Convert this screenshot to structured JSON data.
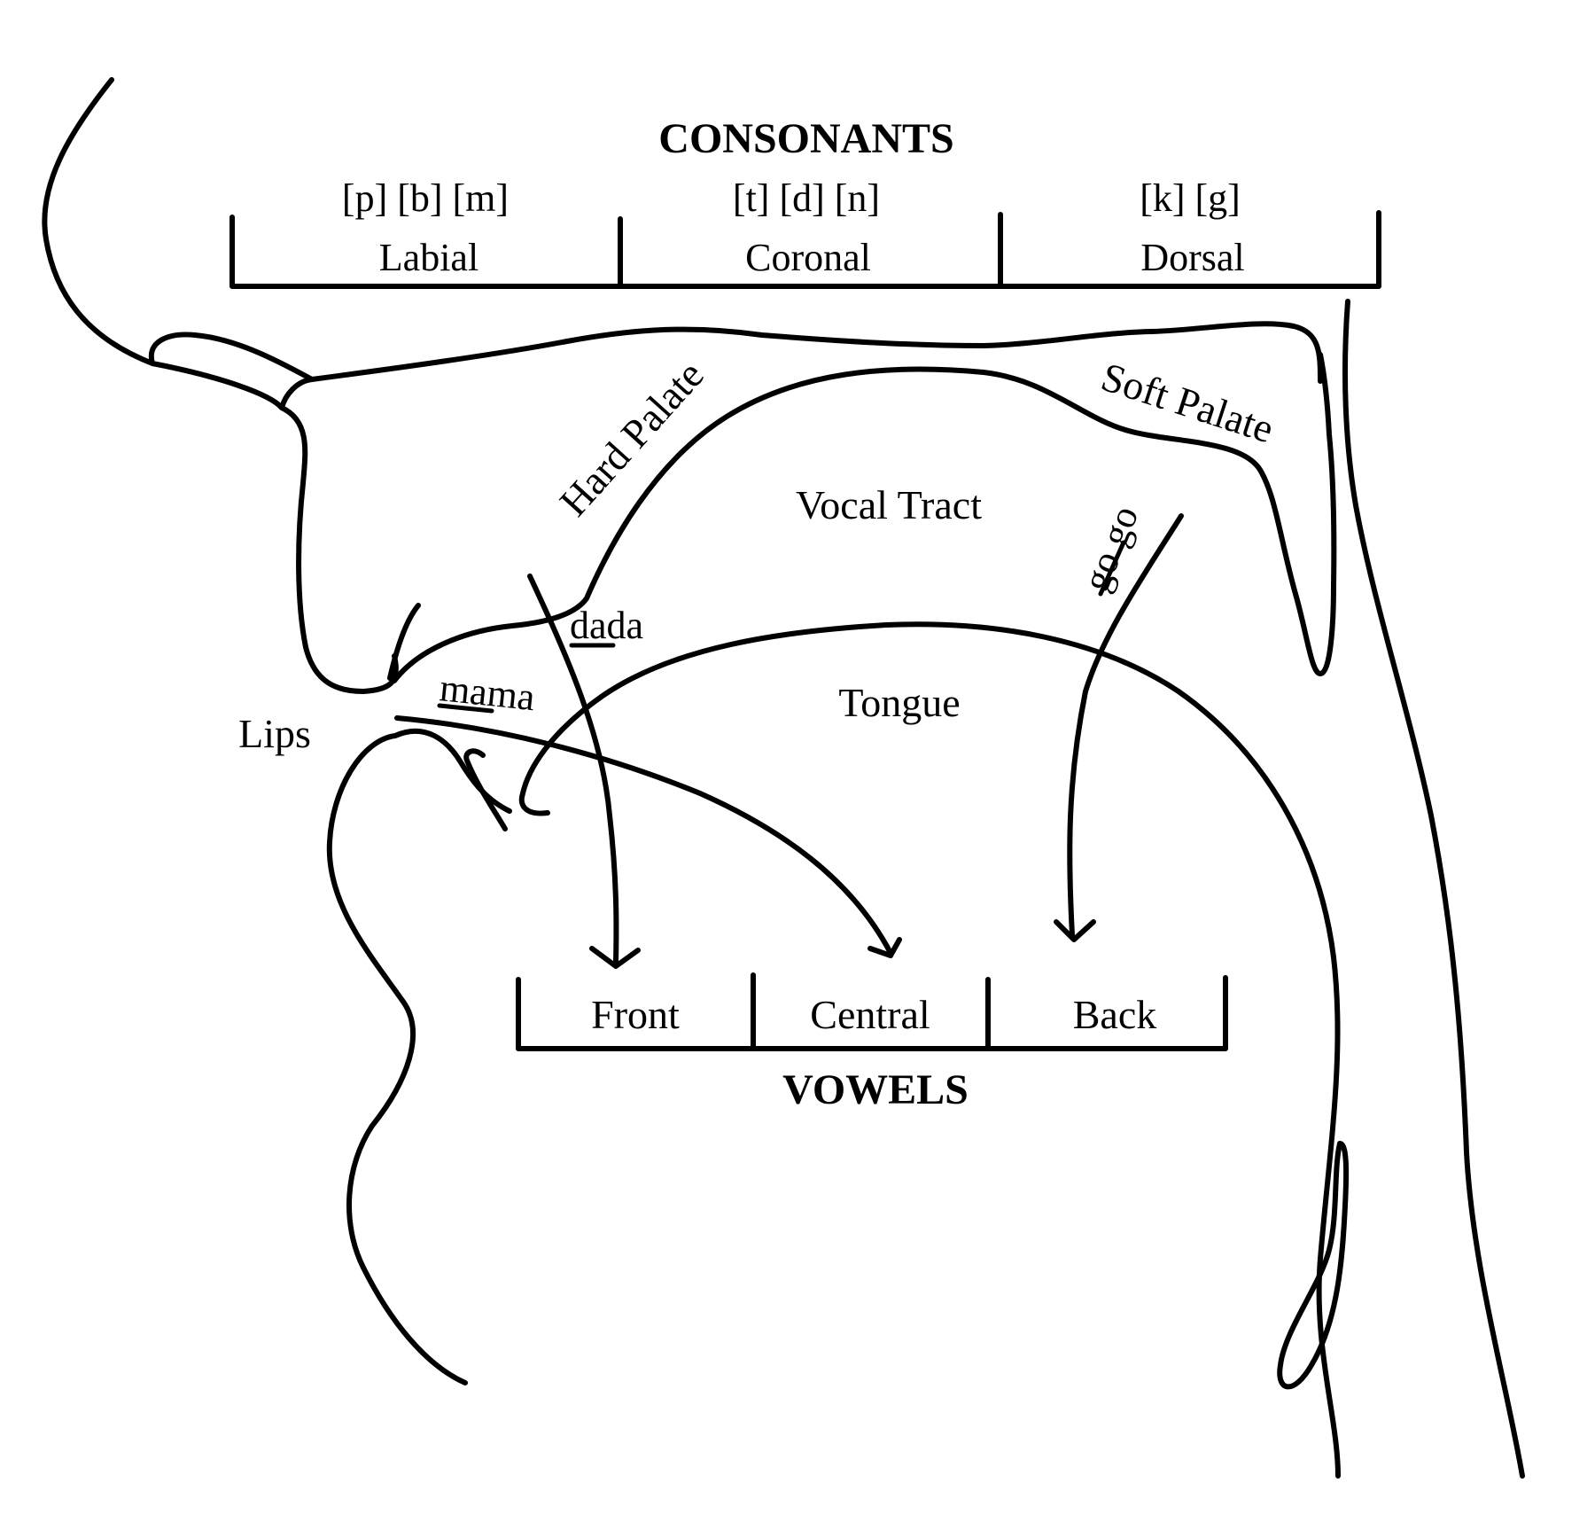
{
  "consonants": {
    "title": "CONSONANTS",
    "groups": [
      {
        "sounds": "[p] [b] [m]",
        "place": "Labial"
      },
      {
        "sounds": "[t] [d] [n]",
        "place": "Coronal"
      },
      {
        "sounds": "[k] [g]",
        "place": "Dorsal"
      }
    ]
  },
  "vowels": {
    "title": "VOWELS",
    "groups": [
      "Front",
      "Central",
      "Back"
    ]
  },
  "anatomy": {
    "hard_palate": "Hard Palate",
    "soft_palate": "Soft Palate",
    "vocal_tract": "Vocal Tract",
    "tongue": "Tongue",
    "lips": "Lips"
  },
  "words": {
    "mama": "mama",
    "dada": "dada",
    "gogo": "go go"
  }
}
